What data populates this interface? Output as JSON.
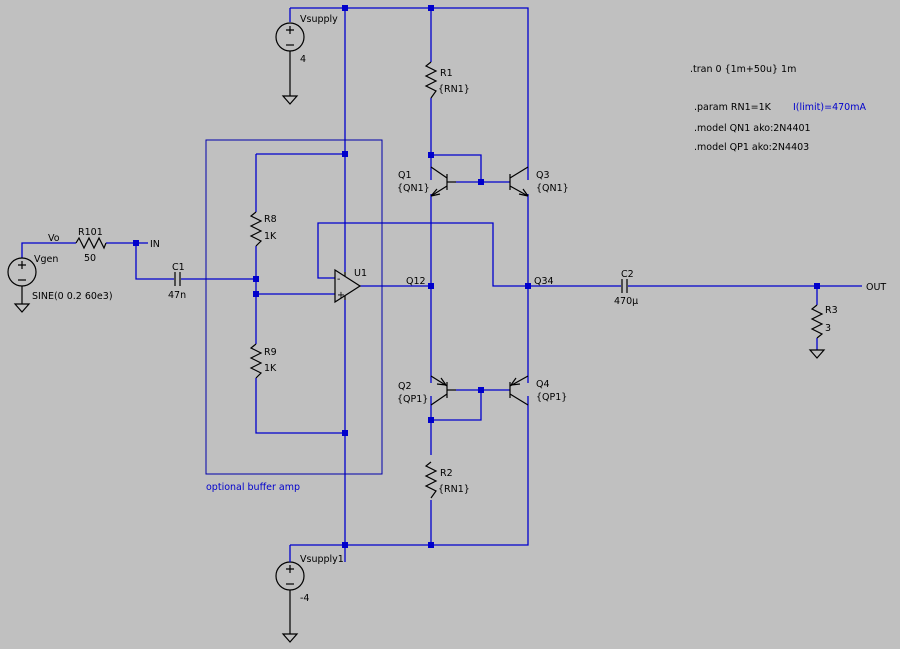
{
  "colors": {
    "background": "#c0c0c0",
    "wire": "#0000cc",
    "component": "#000000",
    "text": "#000000",
    "comment": "#0000cc"
  },
  "sources": {
    "vsupply": {
      "name": "Vsupply",
      "value": "4"
    },
    "vsupply1": {
      "name": "Vsupply1",
      "value": "-4"
    },
    "vgen": {
      "name": "Vgen",
      "value": "SINE(0 0.2 60e3)"
    }
  },
  "resistors": {
    "r101": {
      "name": "R101",
      "value": "50"
    },
    "r8": {
      "name": "R8",
      "value": "1K"
    },
    "r9": {
      "name": "R9",
      "value": "1K"
    },
    "r1": {
      "name": "R1",
      "value": "{RN1}"
    },
    "r2": {
      "name": "R2",
      "value": "{RN1}"
    },
    "r3": {
      "name": "R3",
      "value": "3"
    }
  },
  "capacitors": {
    "c1": {
      "name": "C1",
      "value": "47n"
    },
    "c2": {
      "name": "C2",
      "value": "470µ"
    }
  },
  "transistors": {
    "q1": {
      "name": "Q1",
      "model": "{QN1}"
    },
    "q2": {
      "name": "Q2",
      "model": "{QP1}"
    },
    "q3": {
      "name": "Q3",
      "model": "{QN1}"
    },
    "q4": {
      "name": "Q4",
      "model": "{QP1}"
    }
  },
  "opamp": {
    "name": "U1",
    "plus": "+",
    "minus": "-"
  },
  "nets": {
    "vo": "Vo",
    "in": "IN",
    "q12": "Q12",
    "q34": "Q34",
    "out": "OUT"
  },
  "box_label": "optional buffer amp",
  "directives": {
    "tran": ".tran 0 {1m+50u} 1m",
    "param": ".param RN1=1K",
    "comment": "I(limit)=470mA",
    "model_qn1": ".model QN1 ako:2N4401",
    "model_qp1": ".model QP1 ako:2N4403"
  }
}
